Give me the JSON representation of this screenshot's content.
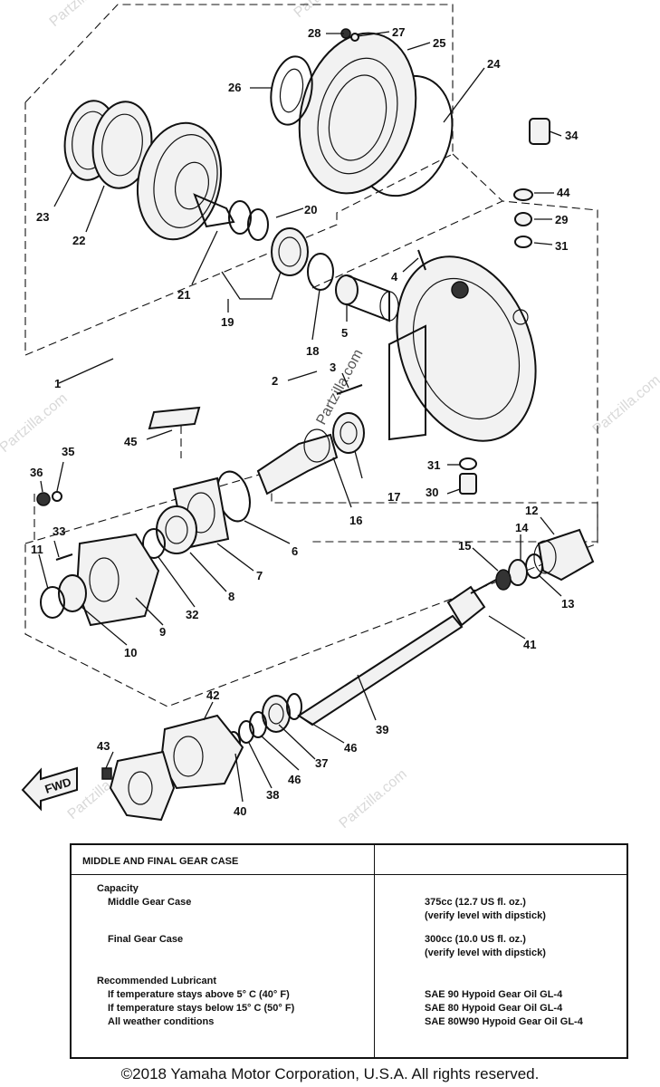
{
  "callouts": [
    "1",
    "2",
    "3",
    "4",
    "5",
    "6",
    "7",
    "8",
    "9",
    "10",
    "11",
    "12",
    "13",
    "14",
    "15",
    "16",
    "17",
    "18",
    "19",
    "20",
    "21",
    "22",
    "23",
    "24",
    "25",
    "26",
    "27",
    "28",
    "29",
    "30",
    "31",
    "31",
    "32",
    "33",
    "34",
    "35",
    "36",
    "37",
    "38",
    "39",
    "40",
    "41",
    "42",
    "43",
    "44",
    "45",
    "46",
    "46"
  ],
  "fwd_label": "FWD",
  "watermark": "Partzilla.com",
  "table": {
    "title": "MIDDLE AND FINAL GEAR CASE",
    "capacity_label": "Capacity",
    "middle_label": "Middle Gear Case",
    "middle_value": "375cc (12.7 US fl. oz.)",
    "middle_note": "(verify level with dipstick)",
    "final_label": "Final Gear Case",
    "final_value": "300cc (10.0 US fl. oz.)",
    "final_note": "(verify level with dipstick)",
    "lube_label": "Recommended Lubricant",
    "lube_rows": [
      {
        "condition": "If temperature stays above 5° C (40° F)",
        "oil": "SAE 90 Hypoid Gear Oil GL-4"
      },
      {
        "condition": "If temperature stays below 15° C (50° F)",
        "oil": "SAE 80 Hypoid Gear Oil GL-4"
      },
      {
        "condition": "All weather conditions",
        "oil": "SAE 80W90 Hypoid Gear Oil GL-4"
      }
    ]
  },
  "copyright": "©2018  Yamaha Motor Corporation, U.S.A. All rights reserved."
}
